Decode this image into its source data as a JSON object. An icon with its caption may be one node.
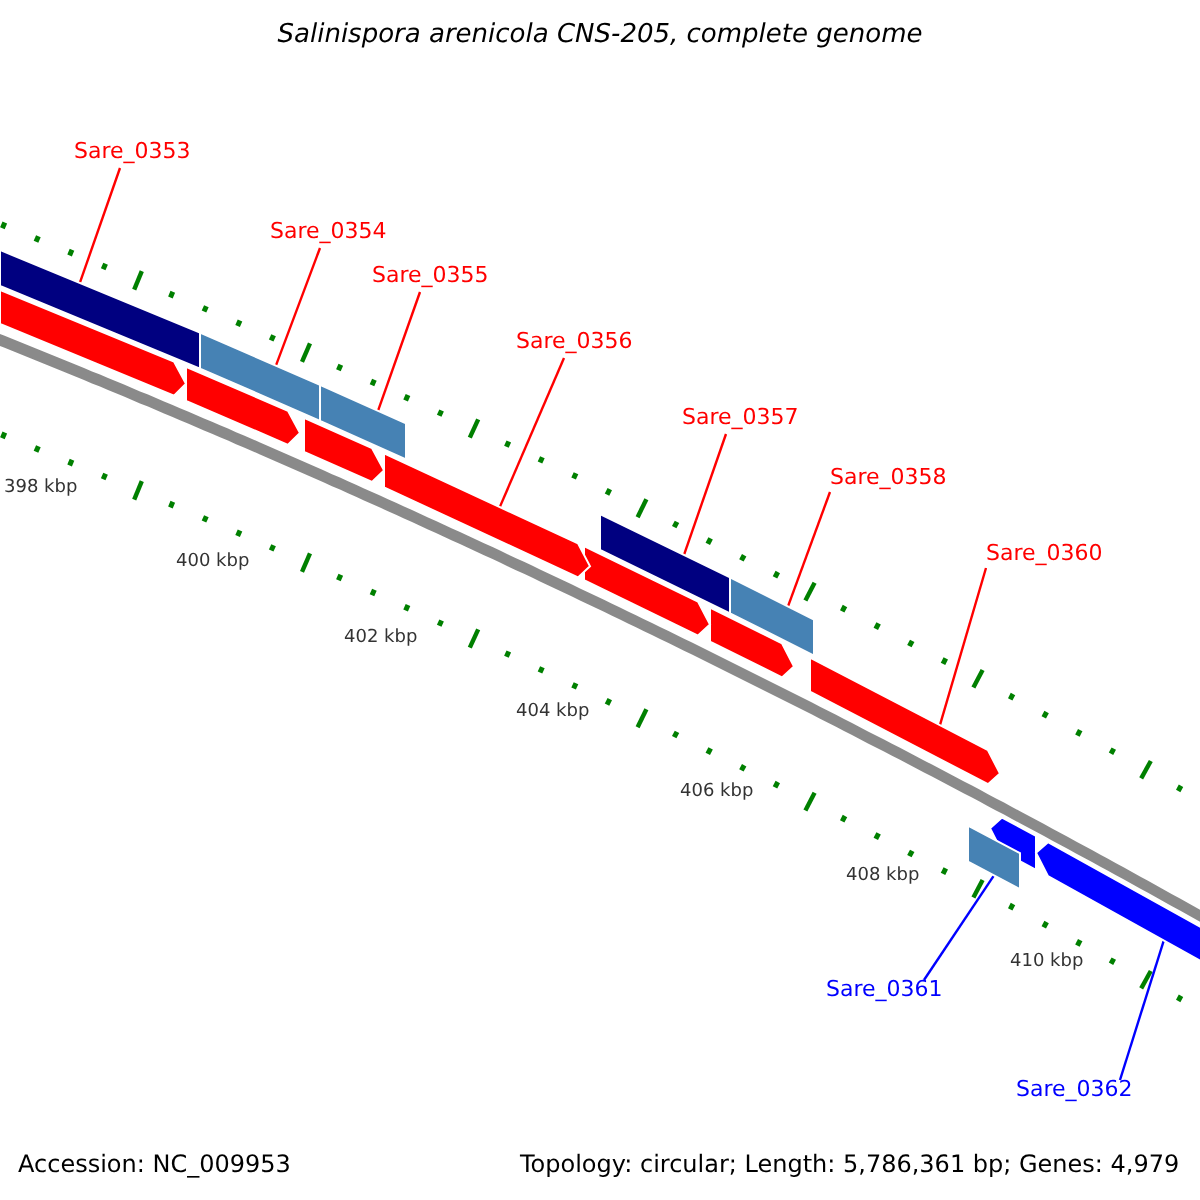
{
  "diagram": {
    "title": "Salinispora arenicola CNS-205, complete genome",
    "nodes": [
      {
        "text": [
          "Sare_0353"
        ]
      },
      {
        "text": [
          "Sare_0354"
        ]
      },
      {
        "text": [
          "Sare_0355"
        ]
      },
      {
        "text": [
          "Sare_0356"
        ]
      },
      {
        "text": [
          "Sare_0357"
        ]
      },
      {
        "text": [
          "Sare_0358"
        ]
      },
      {
        "text": [
          "Sare_0360"
        ]
      },
      {
        "text": [
          "Sare_0361"
        ]
      },
      {
        "text": [
          "Sare_0362"
        ]
      },
      {
        "text": [],
        "shape": "bar"
      },
      {
        "text": [],
        "shape": "bar"
      },
      {
        "text": [],
        "shape": "bar"
      },
      {
        "text": [],
        "shape": "bar"
      },
      {
        "text": [],
        "shape": "bar"
      },
      {
        "text": [],
        "shape": "bar"
      },
      {
        "text": [],
        "shape": "bar"
      },
      {
        "text": [],
        "shape": "bar"
      },
      {
        "text": [],
        "shape": "bar"
      },
      {
        "text": [],
        "shape": "bar"
      },
      {
        "text": [],
        "shape": "bar"
      },
      {
        "text": [],
        "shape": "bar"
      },
      {
        "text": [],
        "shape": "bar"
      },
      {
        "text": [],
        "shape": "bar"
      },
      {
        "text": [],
        "shape": "bar"
      }
    ],
    "edges": [
      {
        "from": 0,
        "to": 9,
        "arrow": "none"
      },
      {
        "from": 1,
        "to": 10,
        "arrow": "none"
      },
      {
        "from": 2,
        "to": 11,
        "arrow": "none"
      },
      {
        "from": 3,
        "to": 12,
        "arrow": "none"
      },
      {
        "from": 4,
        "to": 13,
        "arrow": "none"
      },
      {
        "from": 5,
        "to": 14,
        "arrow": "none"
      },
      {
        "from": 6,
        "to": 15,
        "arrow": "none"
      },
      {
        "from": 7,
        "to": 16,
        "arrow": "none",
        "color": "#0000ff"
      },
      {
        "from": 8,
        "to": 17,
        "arrow": "none",
        "color": "#0000ff"
      }
    ],
    "labels": [
      "398 kbp",
      "400 kbp",
      "402 kbp",
      "404 kbp",
      "406 kbp",
      "408 kbp",
      "410 kbp",
      "Accession: NC_009953",
      "Topology: circular; Length: 5,786,361 bp; Genes: 4,979"
    ]
  }
}
